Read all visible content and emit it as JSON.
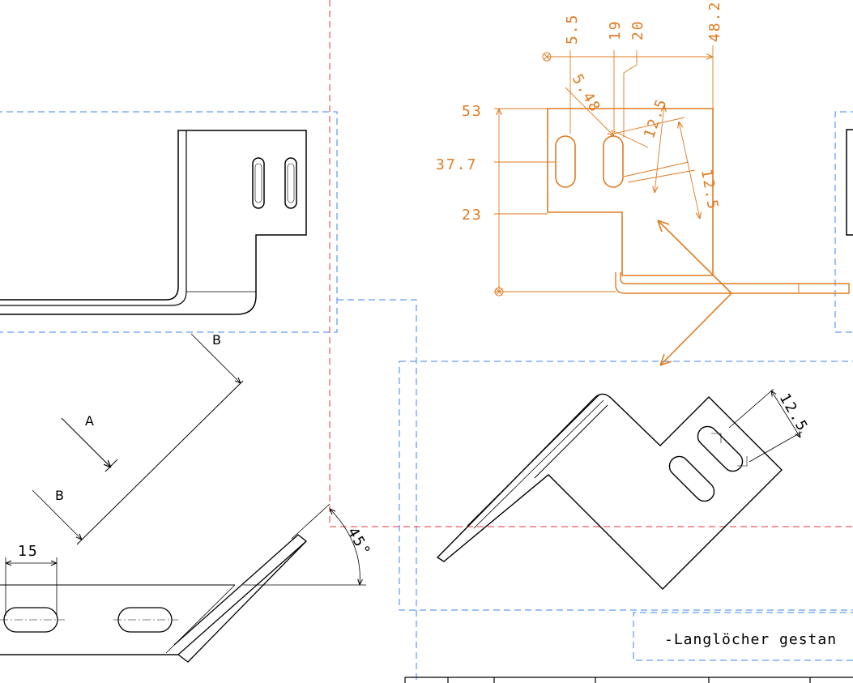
{
  "colors": {
    "geometry": "#000000",
    "annotation": "#e07b20",
    "view_frame": "#3a86f0",
    "section_frame": "#e8313a",
    "background": "#ffffff"
  },
  "top_view": {
    "dimensions": {
      "horizontal": [
        "5.5",
        "19",
        "20",
        "48.2"
      ],
      "vertical": [
        "53",
        "37.7",
        "23"
      ],
      "diagonal": [
        "5.48",
        "12.5",
        "12.5"
      ]
    }
  },
  "section_view": {
    "dim_15": "15",
    "angle_45": "45°",
    "label_a": "A",
    "label_b1": "B",
    "label_b2": "B"
  },
  "iso_view": {
    "slot_dim": "12.5"
  },
  "title_block": {
    "note": "-Langlöcher gestan"
  }
}
